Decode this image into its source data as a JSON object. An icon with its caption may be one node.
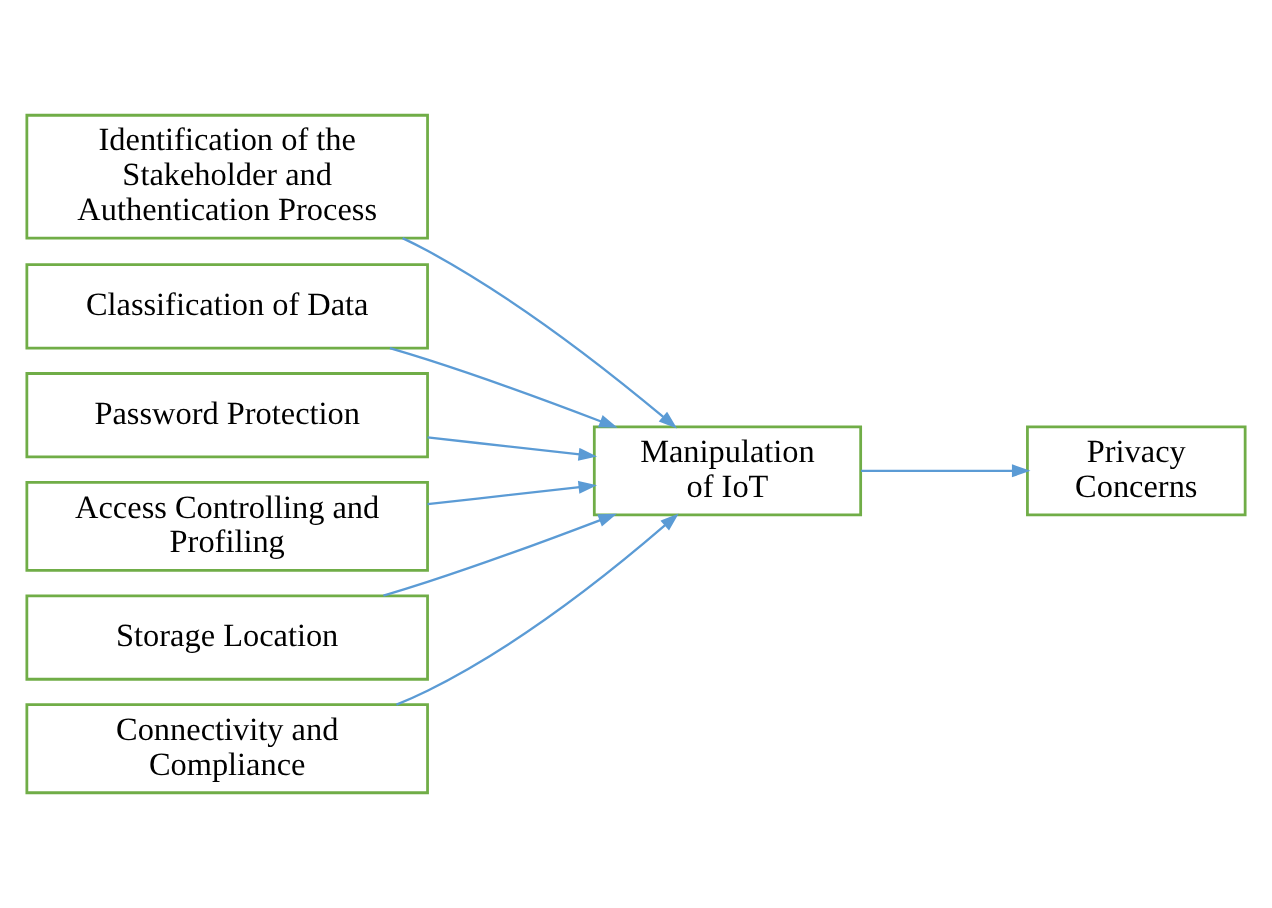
{
  "diagram": {
    "nodes": [
      {
        "text": [
          "Identification of the Stakeholder and Authentication Process"
        ]
      },
      {
        "text": [
          "Classification of Data"
        ]
      },
      {
        "text": [
          "Password Protection"
        ]
      },
      {
        "text": [
          "Access Controlling and Profiling"
        ]
      },
      {
        "text": [
          "Storage Location"
        ]
      },
      {
        "text": [
          "Connectivity and Compliance"
        ]
      },
      {
        "text": [
          "Manipulation of IoT"
        ]
      },
      {
        "text": [
          "Privacy Concerns"
        ]
      }
    ],
    "edges": [
      {
        "from": 0,
        "to": 6,
        "arrow": "to"
      },
      {
        "from": 1,
        "to": 6,
        "arrow": "to"
      },
      {
        "from": 2,
        "to": 6,
        "arrow": "to"
      },
      {
        "from": 3,
        "to": 6,
        "arrow": "to"
      },
      {
        "from": 4,
        "to": 6,
        "arrow": "to"
      },
      {
        "from": 5,
        "to": 6,
        "arrow": "to"
      },
      {
        "from": 6,
        "to": 7,
        "arrow": "to"
      }
    ]
  }
}
